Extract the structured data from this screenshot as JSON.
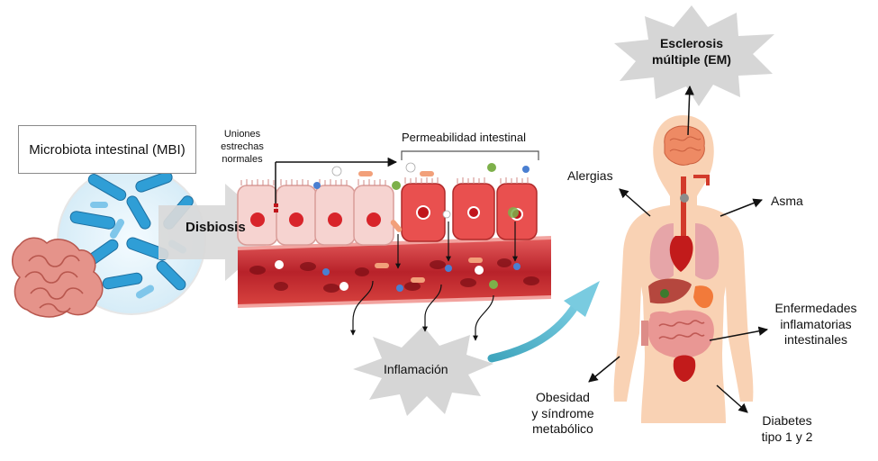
{
  "labels": {
    "microbiota": "Microbiota intestinal (MBI)",
    "disbiosis": "Disbiosis",
    "uniones": [
      "Uniones",
      "estrechas",
      "normales"
    ],
    "permeabilidad": "Permeabilidad intestinal",
    "inflamacion": "Inflamación",
    "esclerosis": [
      "Esclerosis",
      "múltiple (EM)"
    ],
    "alergias": "Alergias",
    "asma": "Asma",
    "eii": [
      "Enfermedades",
      "inflamatorias",
      "intestinales"
    ],
    "obesidad": [
      "Obesidad",
      "y síndrome",
      "metabólico"
    ],
    "diabetes": [
      "Diabetes",
      "tipo 1 y 2"
    ]
  },
  "colors": {
    "starburst": "#d6d6d6",
    "disbiosis_arrow": "#d9d9d9",
    "blood": "#b8222a",
    "blood_light": "#e04a4a",
    "healthy_cell": "#f6d3d0",
    "inflamed_cell": "#e9504f",
    "nucleus": "#d8242a",
    "body_skin": "#f9d2b4",
    "curved_arrow": "#55b4c8",
    "bacteria": "#2f9ed6"
  }
}
